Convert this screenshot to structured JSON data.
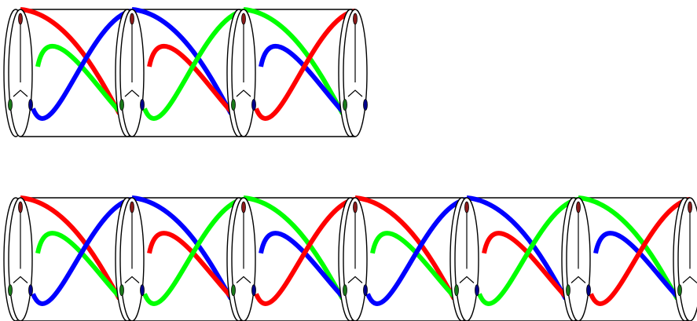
{
  "colors": {
    "background": "#ffffff",
    "outline": "#000000",
    "strand_order": [
      "#ff0000",
      "#00ff00",
      "#0000ff"
    ],
    "marker_top": "#8b1a1a",
    "marker_bottom_left": "#1a7a1a",
    "marker_bottom_right": "#00008b"
  },
  "diagrams": [
    {
      "name": "top-braid-cylinder",
      "segments": 3
    },
    {
      "name": "bottom-braid-cylinder",
      "segments": 6
    }
  ]
}
